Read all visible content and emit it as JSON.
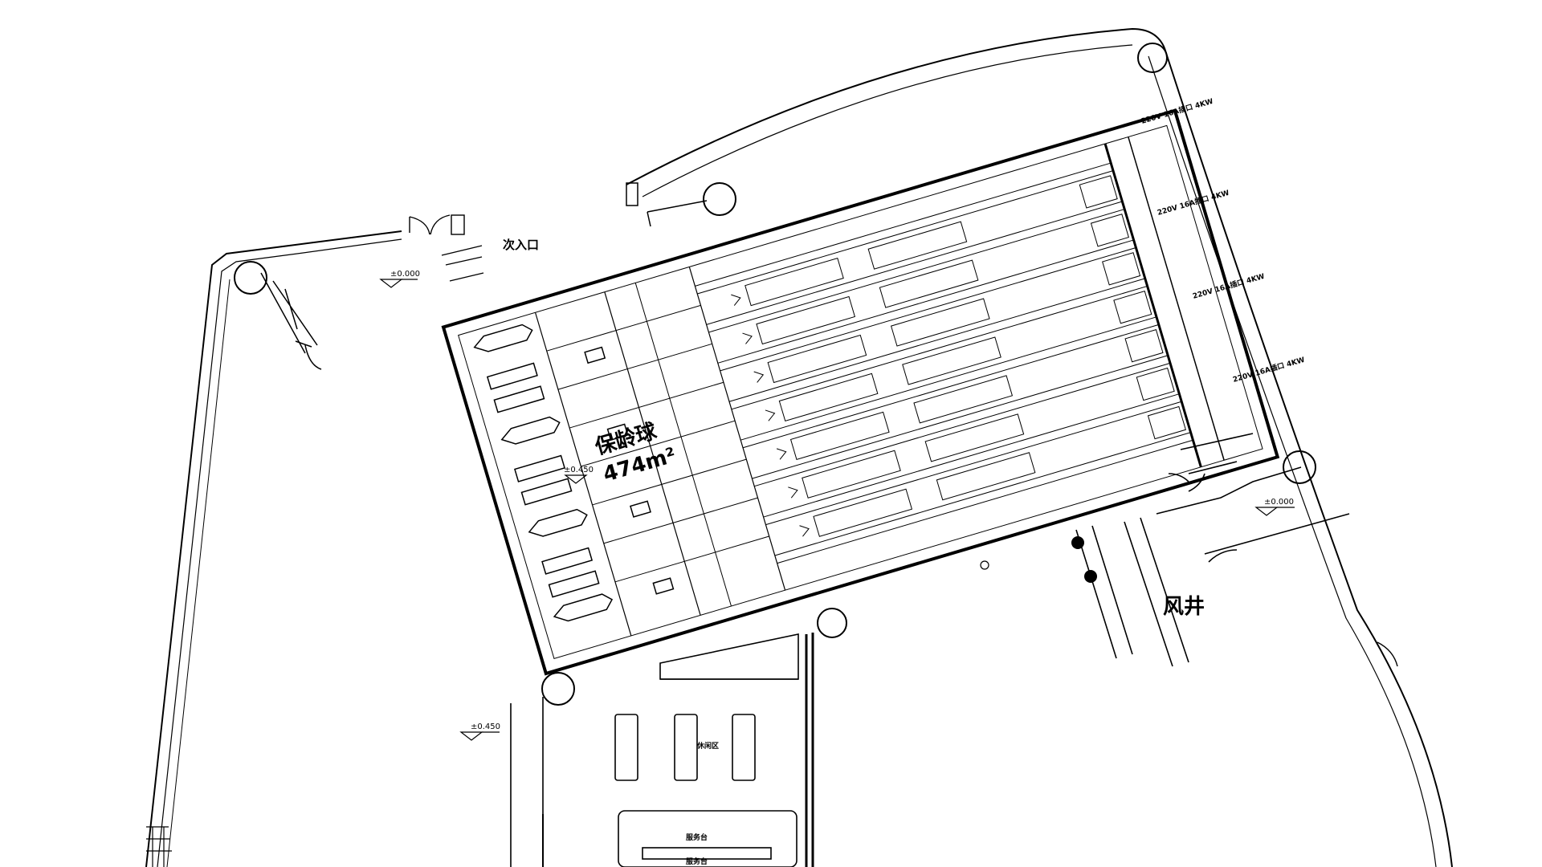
{
  "labels": {
    "secondary_entrance": "次入口",
    "bowling_title": "保龄球",
    "bowling_area": "474m²",
    "air_shaft": "风井",
    "seating_zone": "休闲区",
    "counter_top": "服务台",
    "counter_bottom": "服务台"
  },
  "levels": {
    "entrance_level": "±0.000",
    "right_level": "±0.000",
    "lanes_level": "±0.450",
    "lobby_level": "±0.450"
  },
  "power_notes": [
    "220V 16A插口 4KW",
    "220V 16A插口 4KW",
    "220V 16A插口 4KW",
    "220V 16A插口 4KW"
  ],
  "colors": {
    "line": "#000000",
    "background": "#ffffff"
  }
}
